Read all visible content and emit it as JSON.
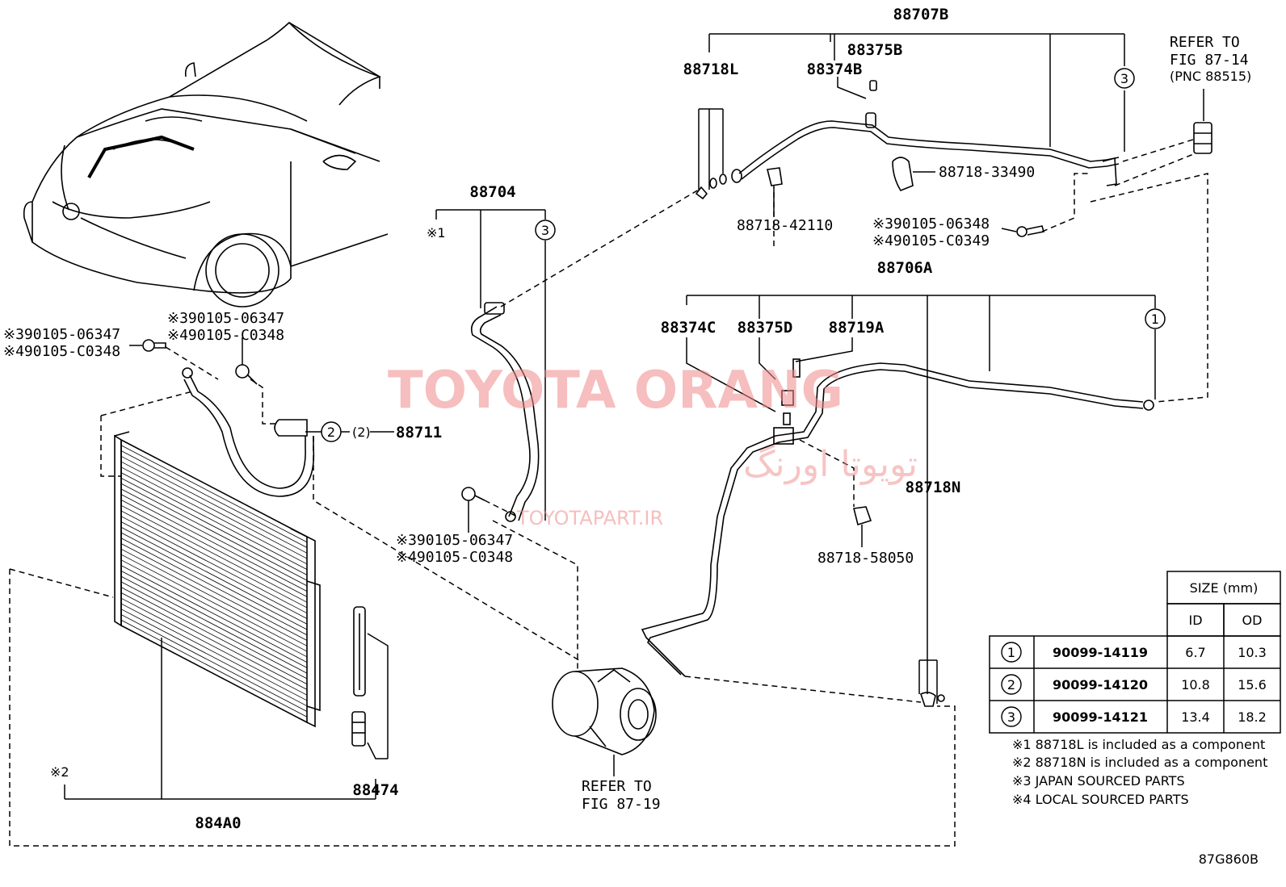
{
  "labels": {
    "p88707B": "88707B",
    "p88375B": "88375B",
    "p88374B": "88374B",
    "p88718L": "88718L",
    "refer_87_14": [
      "REFER TO",
      "FIG 87-14",
      "(PNC 88515)"
    ],
    "p88718_33490": "88718-33490",
    "p88718_42110": "88718-42110",
    "bolt_top_right": [
      "※390105-06348",
      "※490105-C0349"
    ],
    "p88704": "88704",
    "note1_mark": "※1",
    "p88706A": "88706A",
    "p88374C": "88374C",
    "p88375D": "88375D",
    "p88719A": "88719A",
    "p88718N": "88718N",
    "p88718_58050": "88718-58050",
    "bolt_left": [
      "※390105-06347",
      "※490105-C0348"
    ],
    "bolt_mid_left": [
      "※390105-06347",
      "※490105-C0348"
    ],
    "bolt_mid": [
      "※390105-06347",
      "※490105-C0348"
    ],
    "p88711": "88711",
    "p88711_oring": "(2)",
    "p88474": "88474",
    "p884A0": "884A0",
    "note2_mark": "※2",
    "refer_87_19": [
      "REFER TO",
      "FIG 87-19"
    ],
    "diagram_id": "87G860B"
  },
  "callouts": [
    "1",
    "2",
    "3"
  ],
  "size_table": {
    "header": "SIZE (mm)",
    "col_id": "ID",
    "col_od": "OD",
    "rows": [
      {
        "mark": "1",
        "part": "90099-14119",
        "id": "6.7",
        "od": "10.3"
      },
      {
        "mark": "2",
        "part": "90099-14120",
        "id": "10.8",
        "od": "15.6"
      },
      {
        "mark": "3",
        "part": "90099-14121",
        "id": "13.4",
        "od": "18.2"
      }
    ]
  },
  "footnotes": [
    "※1 88718L is included as a component",
    "※2 88718N is included as a component",
    "※3 JAPAN SOURCED PARTS",
    "※4 LOCAL SOURCED PARTS"
  ],
  "watermark": {
    "brand": "TOYOTA ORANG",
    "arabic": "تویوتا اورنگ",
    "site": "TOYOTAPART.IR"
  }
}
